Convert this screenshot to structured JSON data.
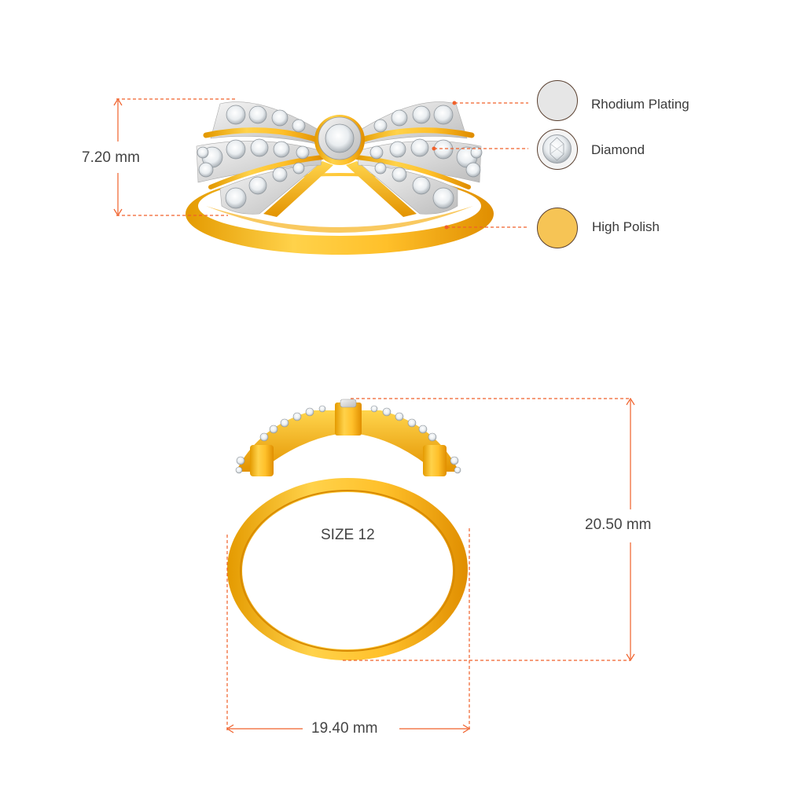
{
  "dimensions": {
    "height_top": "7.20 mm",
    "height_front": "20.50 mm",
    "width_front": "19.40 mm",
    "size": "SIZE 12"
  },
  "legend": [
    {
      "label": "Rhodium Plating",
      "color": "#e6e6e6"
    },
    {
      "label": "Diamond",
      "color": "#f4f4f4"
    },
    {
      "label": "High Polish",
      "color": "#f6c455"
    }
  ],
  "colors": {
    "dimension_line": "#f0602a",
    "gold_light": "#ffc93a",
    "gold_dark": "#e09100",
    "diamond": "#f3f5f7"
  }
}
